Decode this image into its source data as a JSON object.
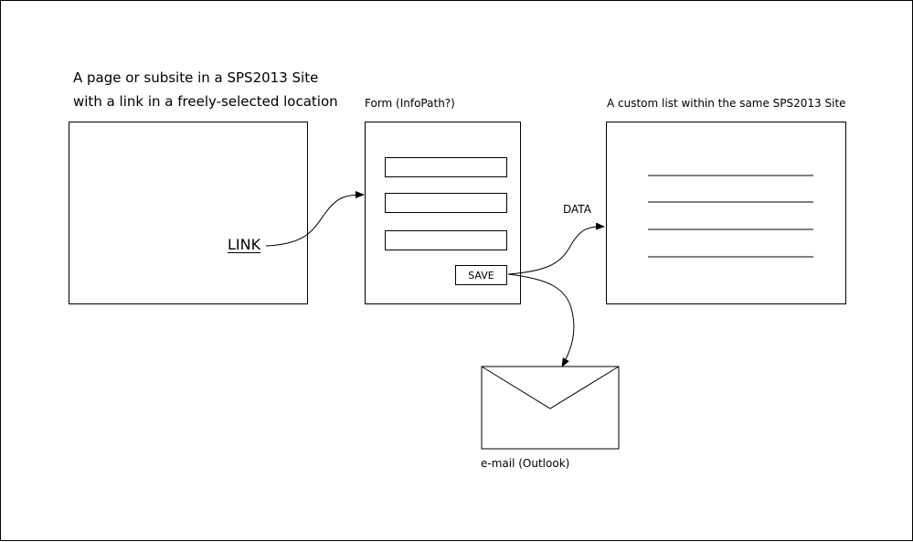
{
  "site_page": {
    "heading_line1": "A page or subsite in a SPS2013 Site",
    "heading_line2": "with a link in a freely-selected location",
    "link_label": "LINK"
  },
  "form": {
    "heading": "Form (InfoPath?)",
    "save_label": "SAVE"
  },
  "custom_list": {
    "heading": "A custom list within the same SPS2013 Site"
  },
  "connector_label": "DATA",
  "email": {
    "label": "e-mail (Outlook)",
    "icon": "envelope-icon"
  }
}
